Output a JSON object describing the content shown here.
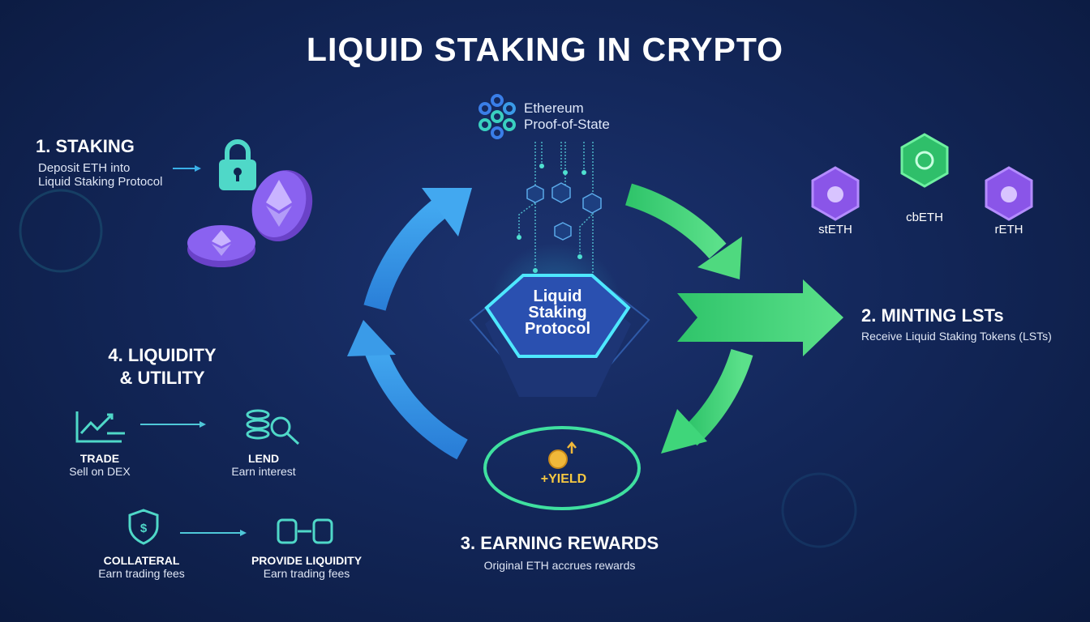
{
  "title": "LIQUID STAKING IN CRYPTO",
  "center": {
    "network_line1": "Ethereum",
    "network_line2": "Proof-of-State",
    "protocol_line1": "Liquid",
    "protocol_line2": "Staking",
    "protocol_line3": "Protocol",
    "yield_label": "+YIELD"
  },
  "step1": {
    "heading": "1. STAKING",
    "line1": "Deposit ETH into",
    "line2": "Liquid Staking Protocol"
  },
  "step2": {
    "heading": "2. MINTING LSTs",
    "desc": "Receive Liquid Staking Tokens (LSTs)",
    "tokens": [
      {
        "name": "stETH"
      },
      {
        "name": "cbETH"
      },
      {
        "name": "rETH"
      }
    ]
  },
  "step3": {
    "heading": "3. EARNING REWARDS",
    "desc": "Original ETH accrues rewards"
  },
  "step4": {
    "heading_line1": "4. LIQUIDITY",
    "heading_line2": "& UTILITY",
    "uses": [
      {
        "label": "TRADE",
        "desc": "Sell on DEX"
      },
      {
        "label": "LEND",
        "desc": "Earn interest"
      },
      {
        "label": "COLLATERAL",
        "desc": "Earn trading fees"
      },
      {
        "label": "PROVIDE LIQUIDITY",
        "desc": "Earn trading fees"
      }
    ]
  },
  "colors": {
    "background": "#13275a",
    "blue": "#3a9be8",
    "green": "#3fd67a",
    "teal": "#4fd8c8",
    "purple": "#7b4fe0"
  }
}
